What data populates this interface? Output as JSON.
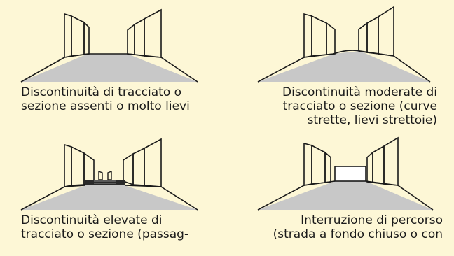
{
  "panels": [
    {
      "lines": [
        "Discontinuità di tracciato o",
        "sezione assenti o molto lievi"
      ]
    },
    {
      "lines": [
        "Discontinuità moderate di",
        "tracciato o sezione (curve",
        "strette, lievi strettoie)"
      ]
    },
    {
      "lines": [
        "Discontinuità elevate di",
        "tracciato o sezione (passag-"
      ]
    },
    {
      "lines": [
        "Interruzione di percorso",
        "(strada a fondo chiuso o con"
      ]
    }
  ],
  "colors": {
    "background": "#fdf7d6",
    "road": "#c8c8c8",
    "line": "#1a1a1a"
  }
}
